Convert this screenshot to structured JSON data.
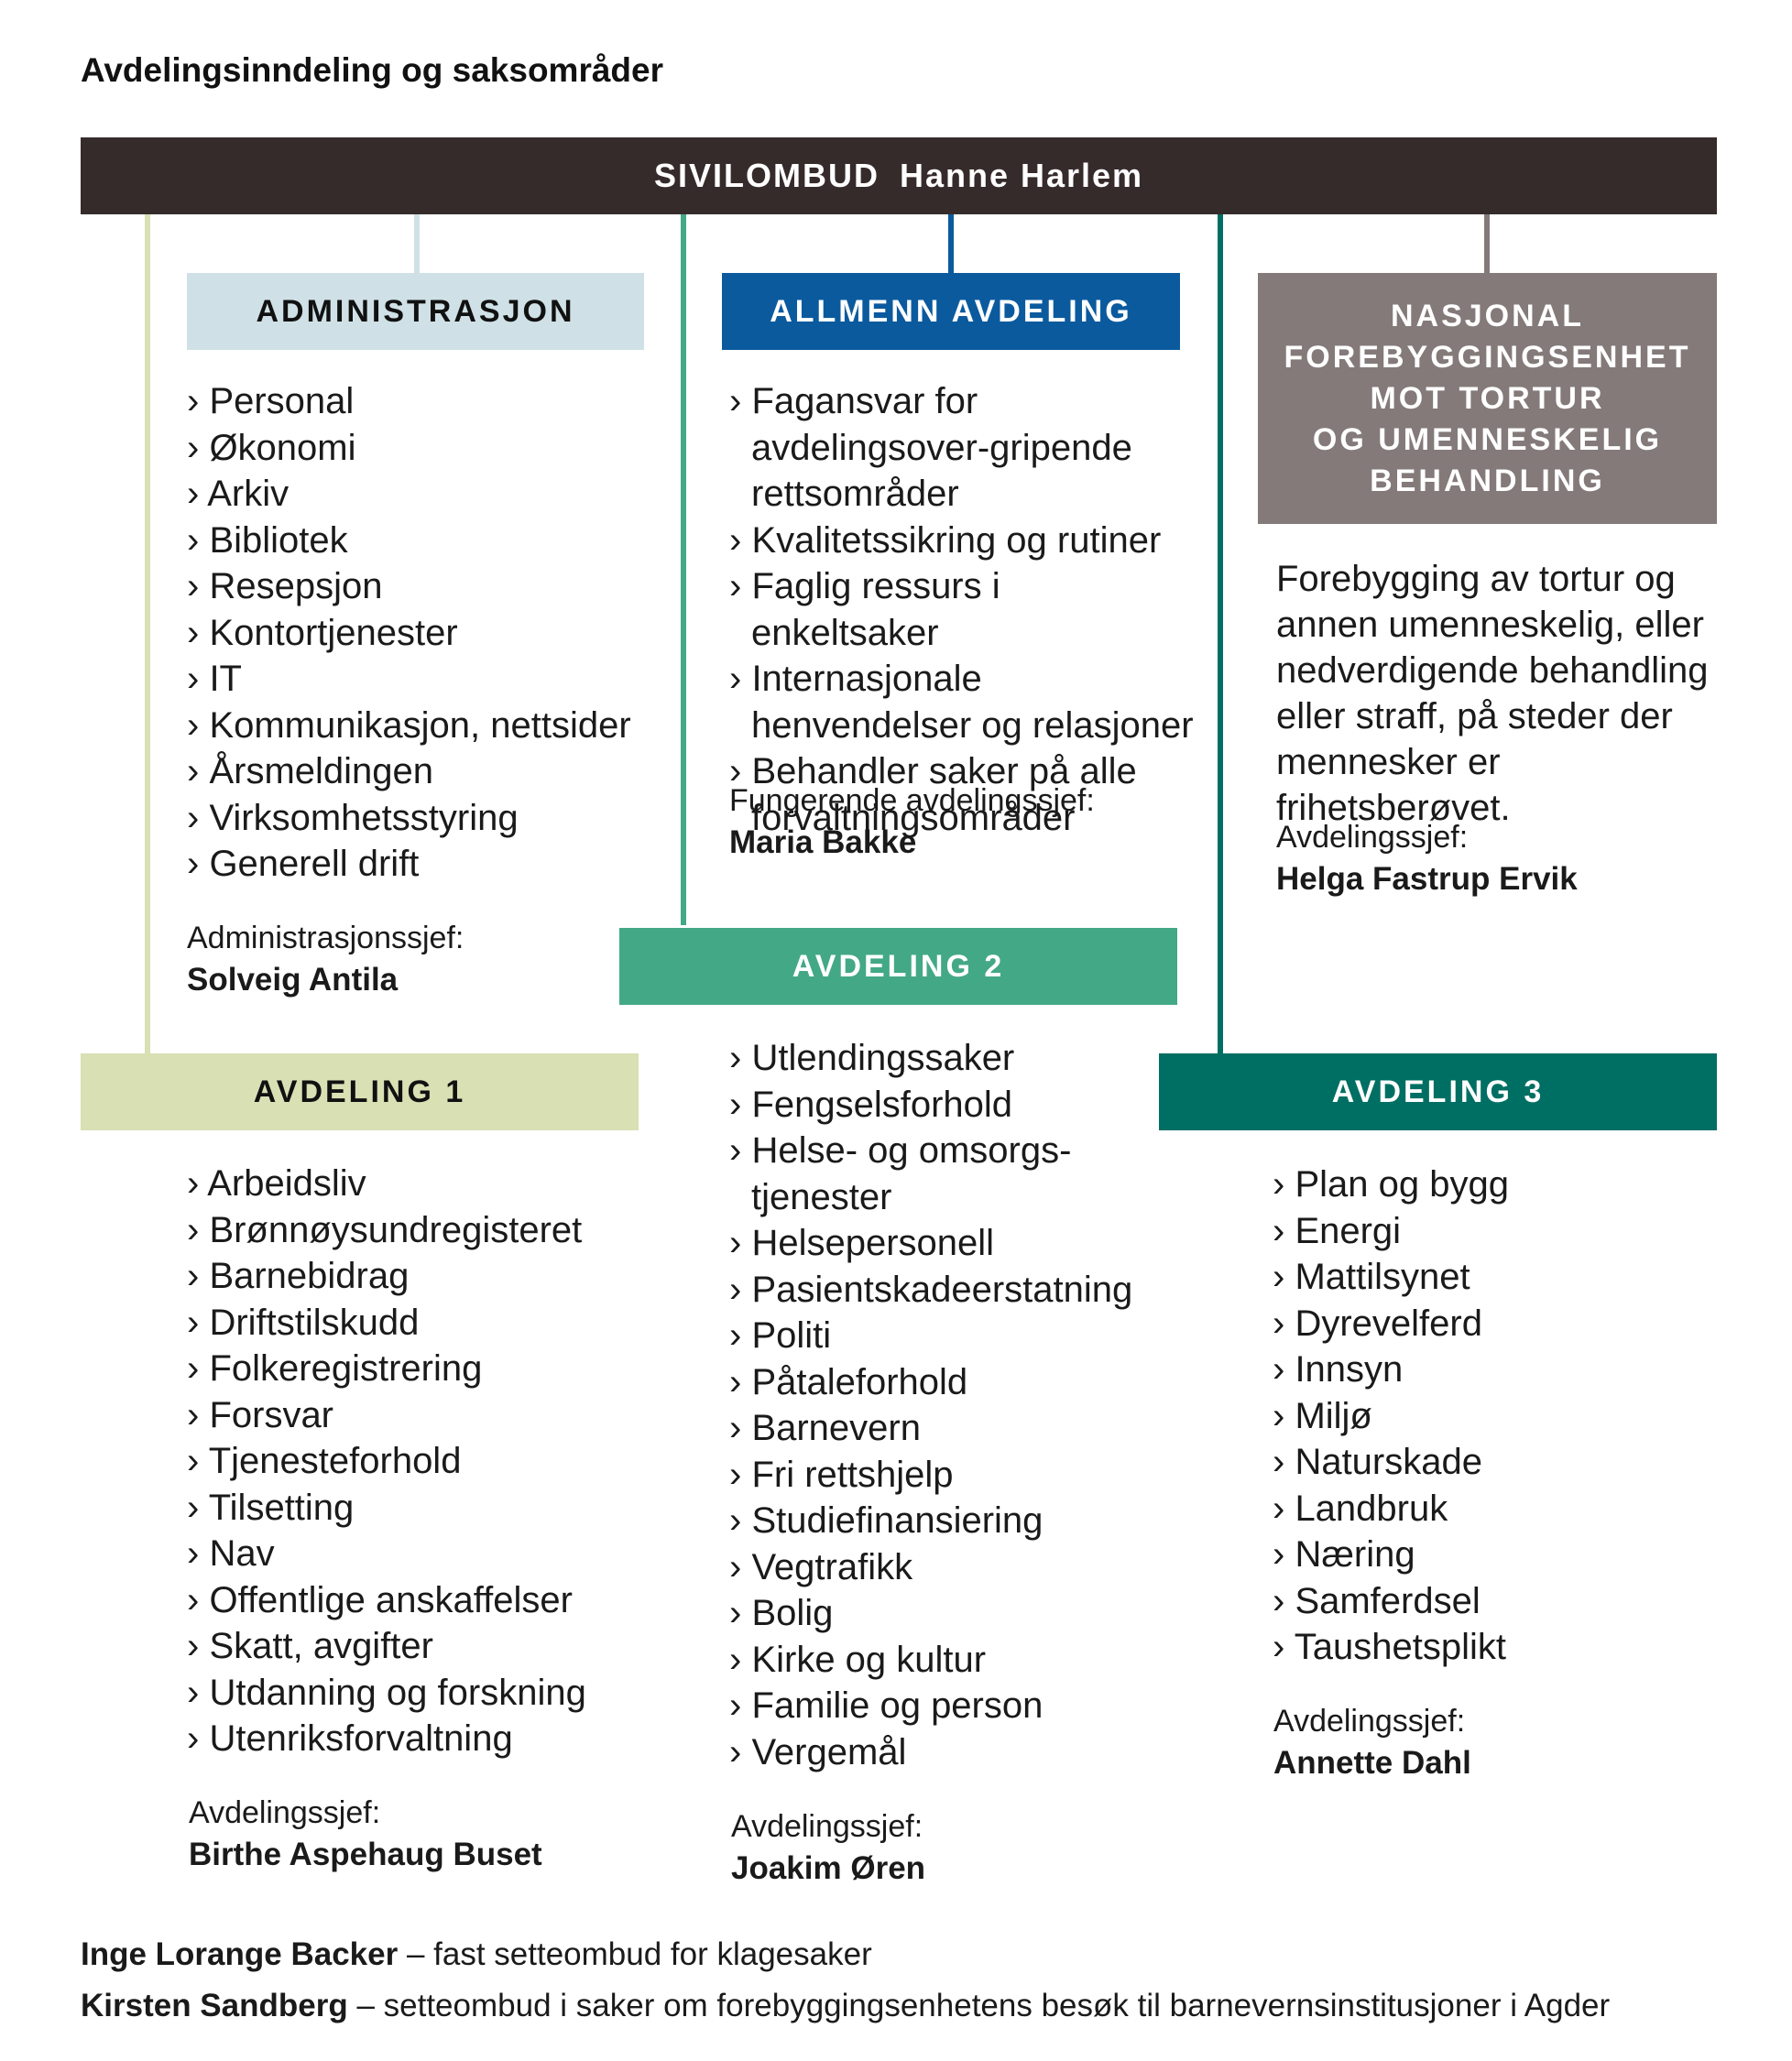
{
  "title": "Avdelingsinndeling og saksområder",
  "head": {
    "role": "SIVILOMBUD",
    "name": "Hanne Harlem"
  },
  "colors": {
    "head": "#362b2b",
    "administrasjon": "#cfe1e6",
    "allmenn": "#0b5a9e",
    "nasjonal": "#837a79",
    "avdeling1": "#d8e0b4",
    "avdeling2": "#43a886",
    "avdeling3": "#006f63"
  },
  "administrasjon": {
    "header": "ADMINISTRASJON",
    "items": [
      "Personal",
      "Økonomi",
      "Arkiv",
      "Bibliotek",
      "Resepsjon",
      "Kontortjenester",
      "IT",
      "Kommunikasjon, nettsider",
      "Årsmeldingen",
      "Virksomhetsstyring",
      "Generell drift"
    ],
    "chief_label": "Administrasjonssjef:",
    "chief_name": "Solveig Antila"
  },
  "allmenn": {
    "header": "ALLMENN AVDELING",
    "items": [
      "Fagansvar for avdelingsover-gripende rettsområder",
      "Kvalitetssikring og rutiner",
      "Faglig ressurs i enkeltsaker",
      "Internasjonale henvendelser og relasjoner",
      "Behandler saker på alle forvaltningsområder"
    ],
    "chief_label": "Fungerende avdelingssjef:",
    "chief_name": "Maria Bakke"
  },
  "nasjonal": {
    "header_lines": [
      "NASJONAL",
      "FOREBYGGINGSENHET",
      "MOT TORTUR",
      "OG UMENNESKELIG",
      "BEHANDLING"
    ],
    "description": "Forebygging av tortur og annen umenneskelig, eller nedverdigende behandling eller straff, på steder der mennesker er frihetsberøvet.",
    "chief_label": "Avdelingssjef:",
    "chief_name": "Helga Fastrup Ervik"
  },
  "avdeling1": {
    "header": "AVDELING 1",
    "items": [
      "Arbeidsliv",
      "Brønnøysundregisteret",
      "Barnebidrag",
      "Driftstilskudd",
      "Folkeregistrering",
      "Forsvar",
      "Tjenesteforhold",
      "Tilsetting",
      "Nav",
      "Offentlige anskaffelser",
      "Skatt, avgifter",
      "Utdanning og forskning",
      "Utenriksforvaltning"
    ],
    "chief_label": "Avdelingssjef:",
    "chief_name": "Birthe Aspehaug Buset"
  },
  "avdeling2": {
    "header": "AVDELING 2",
    "items": [
      "Utlendingssaker",
      "Fengselsforhold",
      "Helse- og omsorgs-tjenester",
      "Helsepersonell",
      "Pasientskadeerstatning",
      "Politi",
      "Påtaleforhold",
      "Barnevern",
      "Fri rettshjelp",
      "Studiefinansiering",
      "Vegtrafikk",
      "Bolig",
      "Kirke og kultur",
      "Familie og person",
      "Vergemål"
    ],
    "chief_label": "Avdelingssjef:",
    "chief_name": "Joakim Øren"
  },
  "avdeling3": {
    "header": "AVDELING 3",
    "items": [
      "Plan og bygg",
      "Energi",
      "Mattilsynet",
      "Dyrevelferd",
      "Innsyn",
      "Miljø",
      "Naturskade",
      "Landbruk",
      "Næring",
      "Samferdsel",
      "Taushetsplikt"
    ],
    "chief_label": "Avdelingssjef:",
    "chief_name": "Annette Dahl"
  },
  "footer": [
    {
      "name": "Inge Lorange Backer",
      "text": " – fast setteombud for klagesaker"
    },
    {
      "name": "Kirsten Sandberg",
      "text": " – setteombud i saker om forebyggingsenhetens besøk til barnevernsinstitusjoner i Agder"
    }
  ]
}
